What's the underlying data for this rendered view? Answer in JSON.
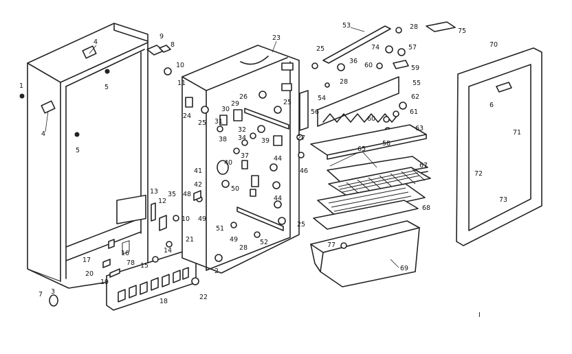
{
  "labels": {
    "l1": "1",
    "l2": "2",
    "l3": "3",
    "l4": "4",
    "l5": "5",
    "l6": "6",
    "l7": "7",
    "l8": "8",
    "l9": "9",
    "l10": "10",
    "l11": "11",
    "l12": "12",
    "l13": "13",
    "l14": "14",
    "l15": "15",
    "l16": "16",
    "l17": "17",
    "l18": "18",
    "l19": "19",
    "l20": "20",
    "l21": "21",
    "l22": "22",
    "l23": "23",
    "l24": "24",
    "l25": "25",
    "l26": "26",
    "l27": "27",
    "l28": "28",
    "l29": "29",
    "l30": "30",
    "l31": "31",
    "l32": "32",
    "l34": "34",
    "l35": "35",
    "l36": "36",
    "l37": "37",
    "l38": "38",
    "l39": "39",
    "l40": "40",
    "l41": "41",
    "l42": "42",
    "l44": "44",
    "l46": "46",
    "l48": "48",
    "l49": "49",
    "l50": "50",
    "l51": "51",
    "l52": "52",
    "l53": "53",
    "l54": "54",
    "l55": "55",
    "l56": "56",
    "l57": "57",
    "l58": "58",
    "l59": "59",
    "l60": "60",
    "l61": "61",
    "l62": "62",
    "l63": "63",
    "l65": "65",
    "l67": "67",
    "l68": "68",
    "l69": "69",
    "l70": "70",
    "l71": "71",
    "l72": "72",
    "l73": "73",
    "l74": "74",
    "l75": "75",
    "l77": "77",
    "l78": "78",
    "mark": "I"
  }
}
